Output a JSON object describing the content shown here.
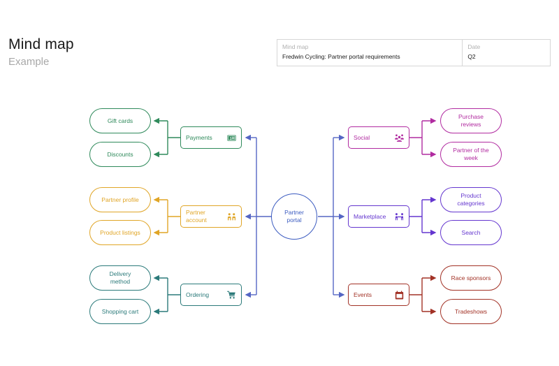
{
  "header": {
    "title": "Mind map",
    "subtitle": "Example"
  },
  "meta": {
    "main_label": "Mind map",
    "main_value": "Fredwin Cycling: Partner portal requirements",
    "date_label": "Date",
    "date_value": "Q2"
  },
  "colors": {
    "central": "#3b5bc0",
    "payments": "#2f8a5b",
    "partner_account": "#e0a526",
    "ordering": "#2b7a7a",
    "social": "#b12ba0",
    "marketplace": "#6436cf",
    "events": "#a23226",
    "connector": "#5566c4",
    "table_border": "#d6d6d6",
    "subtitle": "#a8a8a8"
  },
  "central": {
    "label": "Partner\nportal",
    "name": "partner-portal"
  },
  "branches": [
    {
      "id": "payments",
      "label": "Payments",
      "icon": "money-icon",
      "color": "#2f8a5b",
      "side": "left",
      "children": [
        {
          "label": "Gift cards"
        },
        {
          "label": "Discounts"
        }
      ]
    },
    {
      "id": "partner-account",
      "label": "Partner account",
      "icon": "two-people-icon",
      "color": "#e0a526",
      "side": "left",
      "children": [
        {
          "label": "Partner profile"
        },
        {
          "label": "Product listings"
        }
      ]
    },
    {
      "id": "ordering",
      "label": "Ordering",
      "icon": "shopping-cart-icon",
      "color": "#2b7a7a",
      "side": "left",
      "children": [
        {
          "label": "Delivery\nmethod"
        },
        {
          "label": "Shopping cart"
        }
      ]
    },
    {
      "id": "social",
      "label": "Social",
      "icon": "people-group-icon",
      "color": "#b12ba0",
      "side": "right",
      "children": [
        {
          "label": "Purchase\nreviews"
        },
        {
          "label": "Partner of the\nweek"
        }
      ]
    },
    {
      "id": "marketplace",
      "label": "Marketplace",
      "icon": "people-pair-icon",
      "color": "#6436cf",
      "side": "right",
      "children": [
        {
          "label": "Product\ncategories"
        },
        {
          "label": "Search"
        }
      ]
    },
    {
      "id": "events",
      "label": "Events",
      "icon": "calendar-icon",
      "color": "#a23226",
      "side": "right",
      "children": [
        {
          "label": "Race sponsors"
        },
        {
          "label": "Tradeshows"
        }
      ]
    }
  ]
}
